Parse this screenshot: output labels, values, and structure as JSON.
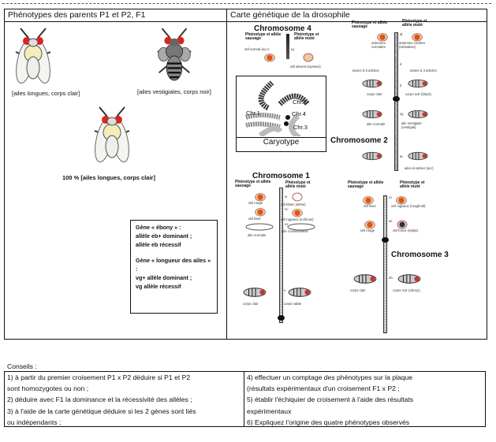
{
  "left_panel": {
    "title": "Phénotypes des parents P1 et P2, F1",
    "p1_caption": "[ailes longues, corps clair]",
    "p2_caption": "[ailes vestigiales, corps  noir]",
    "f1_caption": "100 %  [ailes longues, corps clair]",
    "gene_box": [
      "Gène « ébony » :",
      "allèle eb+ dominant ;",
      "allèle eb récessif",
      "",
      "Gène « longueur des ailes » :",
      "vg+ allèle dominant ;",
      "vg allèle récessif"
    ]
  },
  "right_panel": {
    "title": "Carte génétique de la drosophile",
    "wild_header": "Phénotype et allèle sauvage",
    "mutant_header": "Phénotype et allèle muté",
    "chr4": {
      "title": "Chromosome 4",
      "gene": "ey",
      "wild": "œil normal (ey+)",
      "mutant": "œil absent (eyeless)"
    },
    "karyotype": {
      "label": "Caryotype",
      "chr1": "Chr.1",
      "chr2": "Chr.2",
      "chr3": "Chr.3",
      "chr4": "Chr.4"
    },
    "chr2": {
      "title": "Chromosome 2",
      "genes": [
        {
          "gene": "al",
          "wild": "antennes normales",
          "mutant": "antennes courtes (aristaless)"
        },
        {
          "gene": "d",
          "wild": "tarses à 5 articles",
          "mutant": "tarses à 4 articles"
        },
        {
          "gene": "b",
          "wild": "corps clair",
          "mutant": "corps noir (black)"
        },
        {
          "gene": "vg",
          "wild": "aile normale",
          "mutant": "aile vestigiale (vestigial)"
        },
        {
          "gene": "ar",
          "wild": "",
          "mutant": "ailes écartées (arc)"
        }
      ]
    },
    "chr1": {
      "title": "Chromosome 1",
      "genes": [
        {
          "gene": "w",
          "wild": "œil rouge",
          "mutant": "œil blanc (white)"
        },
        {
          "gene": "ec",
          "wild": "œil lisse",
          "mutant": "œil rugueux (echinus)"
        },
        {
          "gene": "cv",
          "wild": "aile normale",
          "mutant": "aile crossveinless"
        },
        {
          "gene": "s",
          "wild": "corps clair",
          "mutant": "corps sable"
        }
      ]
    },
    "chr3": {
      "title": "Chromosome 3",
      "genes": [
        {
          "gene": "ru",
          "wild": "œil lisse",
          "mutant": "œil rugueux (roughoid)"
        },
        {
          "gene": "se",
          "wild": "œil rouge",
          "mutant": "œil foncé (sépia)"
        },
        {
          "gene": "eb",
          "wild": "corps clair",
          "mutant": "corps noir (ebony)"
        }
      ]
    }
  },
  "advice": {
    "label": "Conseils :",
    "left": [
      "1) à partir du premier croisement P1 x P2 déduire si P1 et P2",
      "sont homozygotes ou non ;",
      "2) déduire avec F1 la dominance et la récessivité des allèles ;",
      "3) à l'aide de la carte génétique déduire si les 2 gènes sont liés",
      "ou indépendants ;"
    ],
    "right": [
      "4) effectuer un comptage des phénotypes sur la plaque",
      "(résultats expérimentaux d'un croisement F1 x P2 ;",
      "5) établir l'échiquier de croisement à l'aide des résultats",
      "expérimentaux",
      "6) Expliquez l'origine des quatre phénotypes observés"
    ]
  }
}
